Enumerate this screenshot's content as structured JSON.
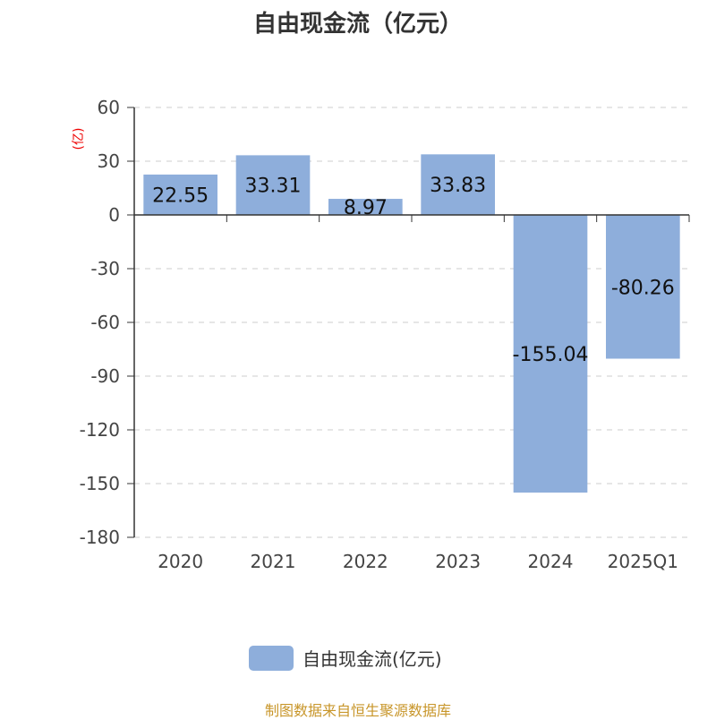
{
  "chart_data": {
    "type": "bar",
    "title": "自由现金流（亿元）",
    "ylabel": "(亿)",
    "xlabel": "",
    "categories": [
      "2020",
      "2021",
      "2022",
      "2023",
      "2024",
      "2025Q1"
    ],
    "series": [
      {
        "name": "自由现金流(亿元)",
        "values": [
          22.55,
          33.31,
          8.97,
          33.83,
          -155.04,
          -80.26
        ]
      }
    ],
    "ylim": [
      -180,
      60
    ],
    "yticks": [
      60,
      30,
      0,
      -30,
      -60,
      -90,
      -120,
      -150,
      -180
    ],
    "grid": true,
    "legend_position": "bottom",
    "bar_color": "#8eaedb"
  },
  "footer": "制图数据来自恒生聚源数据库"
}
